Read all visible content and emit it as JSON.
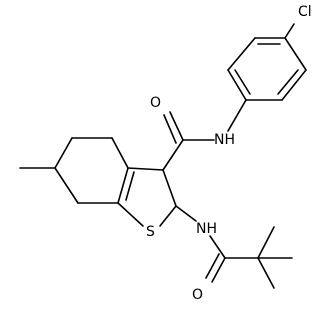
{
  "molecule": {
    "atoms": {
      "cl": "Cl",
      "o_amide": "O",
      "nh_amide": "NH",
      "s": "S",
      "nh_pivaloyl": "NH",
      "o_pivaloyl": "O"
    },
    "colors": {
      "bond": "#000000",
      "label": "#000000",
      "background": "#ffffff"
    }
  }
}
